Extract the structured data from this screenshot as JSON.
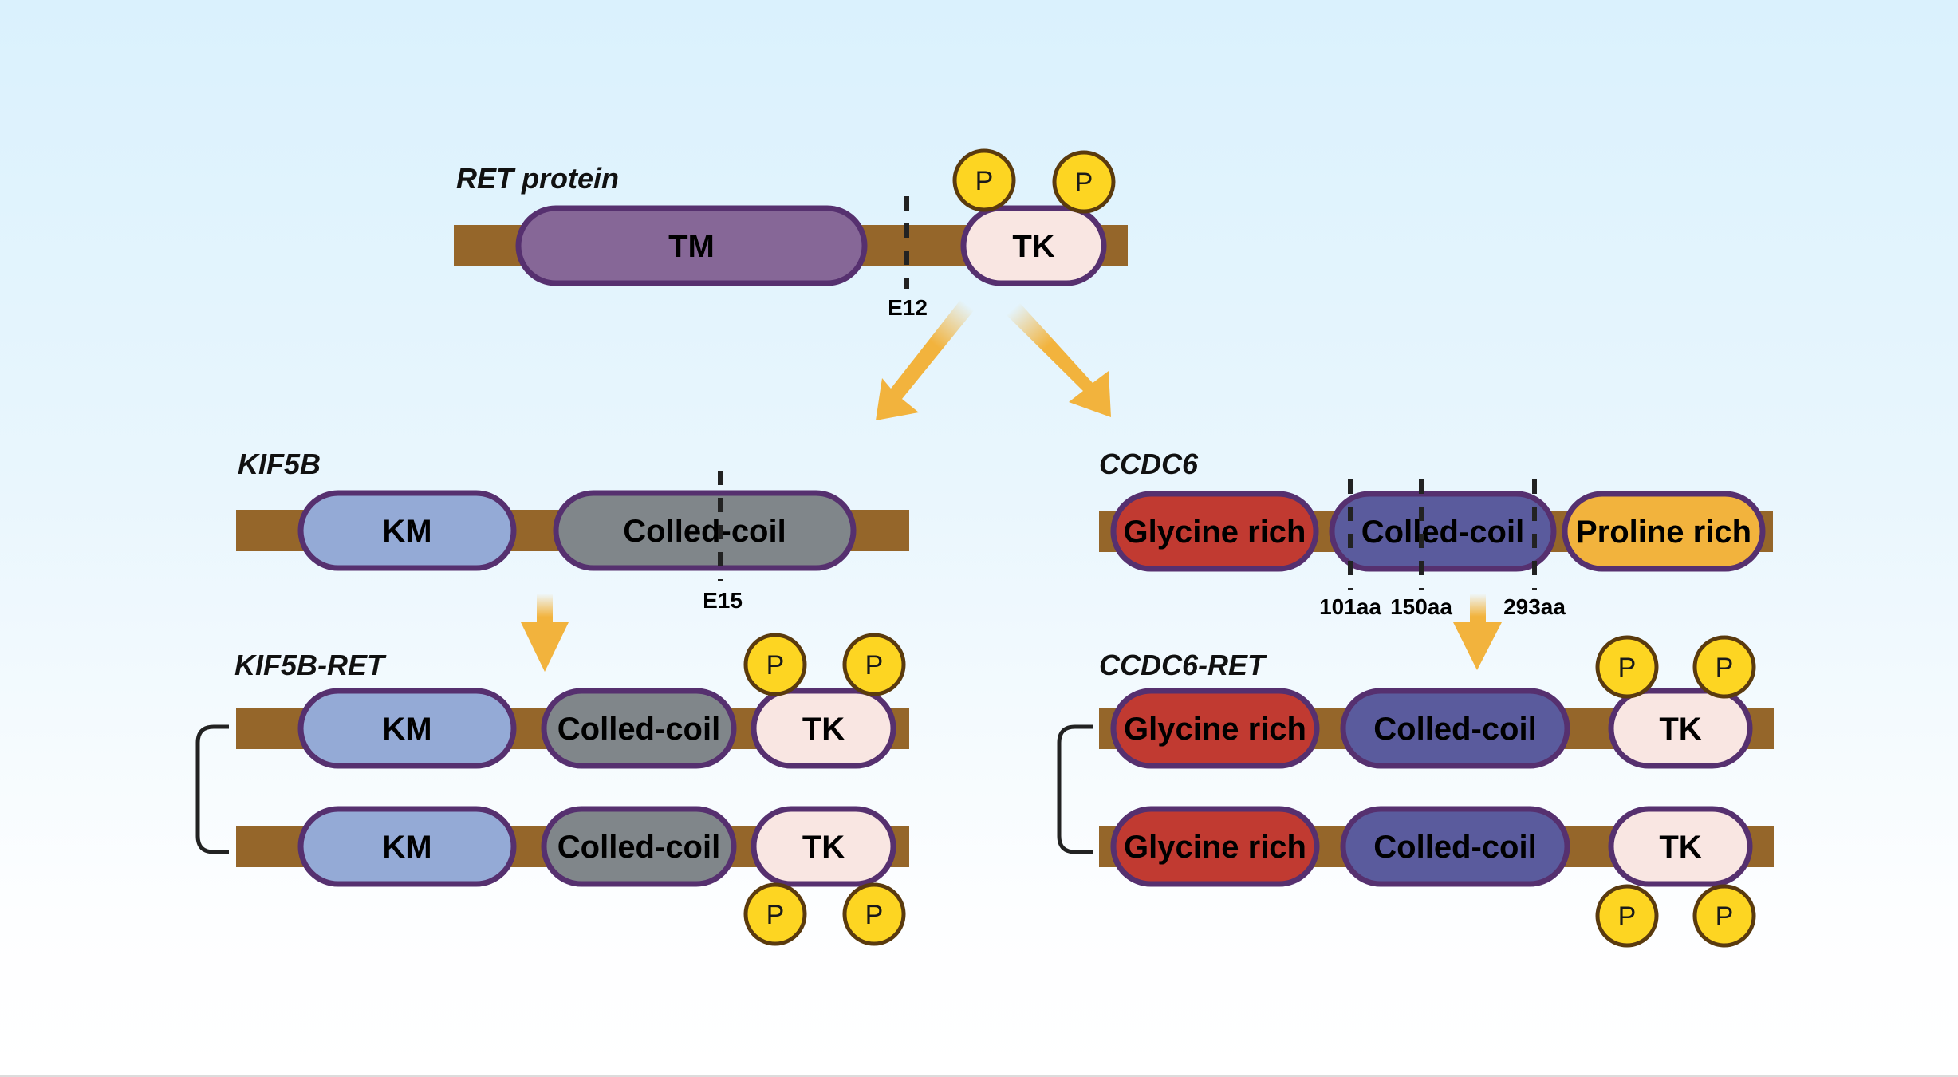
{
  "colors": {
    "backbone": "#95662a",
    "domain_stroke": "#56306f",
    "TM": "#866797",
    "TK": "#f9e6e2",
    "KM": "#94aad6",
    "coiled_coil_kif5b": "#80868a",
    "coiled_coil_ccdc6": "#5a5b9d",
    "glycine_rich": "#c13a31",
    "proline_rich": "#f2b33d",
    "phospho_fill": "#fdd522",
    "phospho_stroke": "#5a3a0e",
    "arrow": "#f2b33d",
    "dash": "#222222",
    "bracket": "#222222"
  },
  "phospho_label": "P",
  "ret": {
    "title": "RET protein",
    "domains": {
      "tm": "TM",
      "tk": "TK"
    },
    "breakpoint": "E12"
  },
  "kif5b": {
    "title": "KIF5B",
    "domains": {
      "km": "KM",
      "coiled": "Colled-coil"
    },
    "breakpoint": "E15"
  },
  "ccdc6": {
    "title": "CCDC6",
    "domains": {
      "glycine": "Glycine rich",
      "coiled": "Colled-coil",
      "proline": "Proline rich"
    },
    "breakpoints": [
      "101aa",
      "150aa",
      "293aa"
    ]
  },
  "kif5b_ret": {
    "title": "KIF5B-RET",
    "domains": {
      "km": "KM",
      "coiled": "Colled-coil",
      "tk": "TK"
    }
  },
  "ccdc6_ret": {
    "title": "CCDC6-RET",
    "domains": {
      "glycine": "Glycine rich",
      "coiled": "Colled-coil",
      "tk": "TK"
    }
  }
}
